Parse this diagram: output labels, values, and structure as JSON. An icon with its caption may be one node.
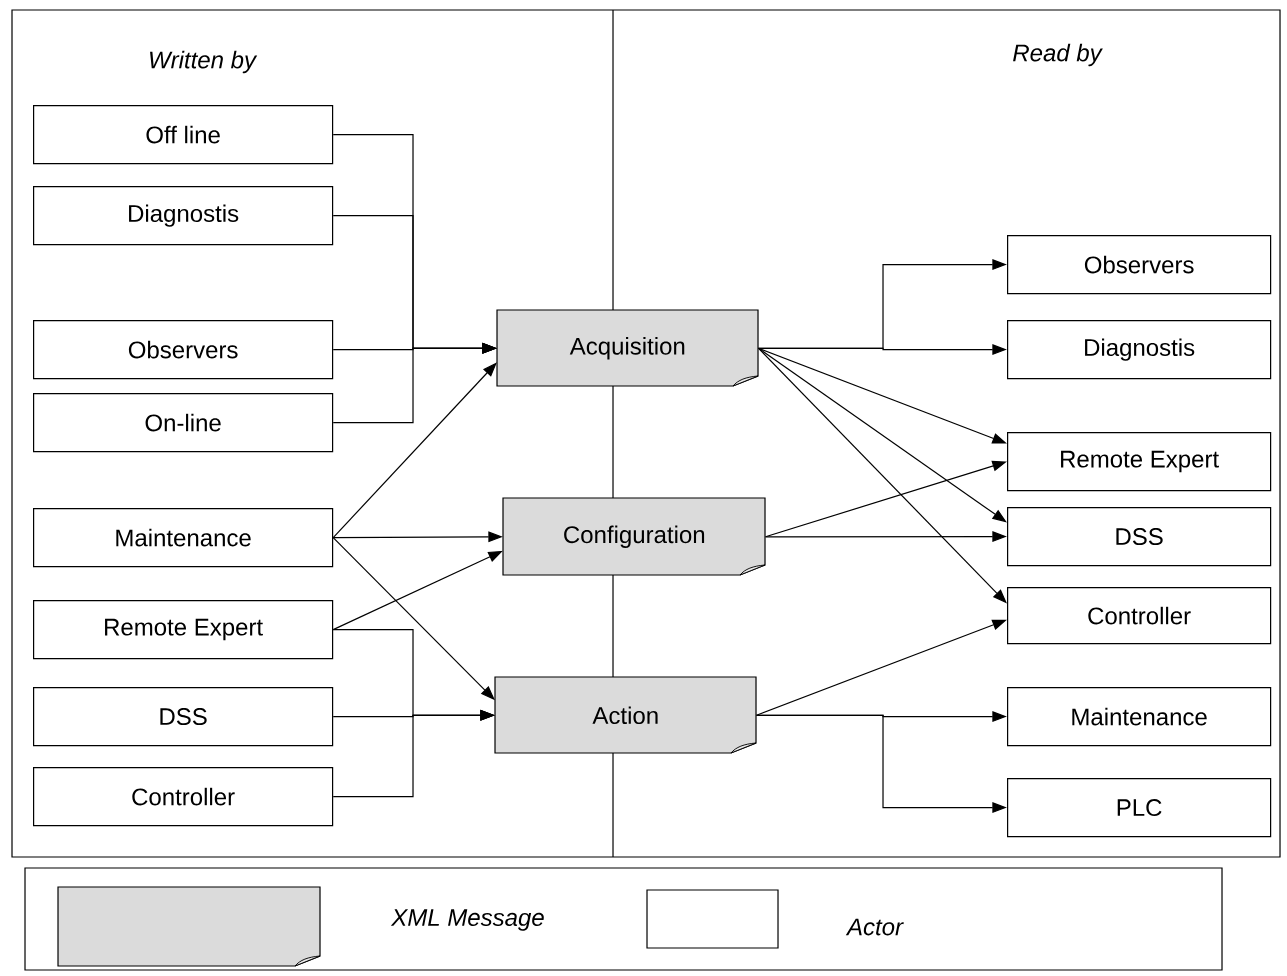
{
  "diagram": {
    "nodes": [
      {
        "text": [
          "Off line"
        ]
      },
      {
        "text": [
          "Diagnostis"
        ]
      },
      {
        "text": [
          "Observers"
        ]
      },
      {
        "text": [
          "On-line"
        ]
      },
      {
        "text": [
          "Maintenance"
        ]
      },
      {
        "text": [
          "Remote Expert"
        ]
      },
      {
        "text": [
          "DSS"
        ]
      },
      {
        "text": [
          "Controller"
        ]
      },
      {
        "text": [
          "Acquisition"
        ]
      },
      {
        "text": [
          "Configuration"
        ]
      },
      {
        "text": [
          "Action"
        ]
      },
      {
        "text": [
          "Observers"
        ]
      },
      {
        "text": [
          "Diagnostis"
        ]
      },
      {
        "text": [
          "Remote Expert"
        ]
      },
      {
        "text": [
          "DSS"
        ]
      },
      {
        "text": [
          "Controller"
        ]
      },
      {
        "text": [
          "Maintenance"
        ]
      },
      {
        "text": [
          "PLC"
        ]
      }
    ],
    "edges": [
      {
        "from": 0,
        "to": 8,
        "arrow": "to"
      },
      {
        "from": 1,
        "to": 8,
        "arrow": "to"
      },
      {
        "from": 2,
        "to": 8,
        "arrow": "to"
      },
      {
        "from": 3,
        "to": 8,
        "arrow": "to"
      },
      {
        "from": 4,
        "to": 8,
        "arrow": "to"
      },
      {
        "from": 4,
        "to": 9,
        "arrow": "to"
      },
      {
        "from": 4,
        "to": 10,
        "arrow": "to"
      },
      {
        "from": 5,
        "to": 9,
        "arrow": "to"
      },
      {
        "from": 5,
        "to": 10,
        "arrow": "to"
      },
      {
        "from": 6,
        "to": 10,
        "arrow": "to"
      },
      {
        "from": 7,
        "to": 10,
        "arrow": "to"
      },
      {
        "from": 8,
        "to": 11,
        "arrow": "to"
      },
      {
        "from": 8,
        "to": 12,
        "arrow": "to"
      },
      {
        "from": 8,
        "to": 13,
        "arrow": "to"
      },
      {
        "from": 8,
        "to": 14,
        "arrow": "to"
      },
      {
        "from": 8,
        "to": 15,
        "arrow": "to"
      },
      {
        "from": 9,
        "to": 13,
        "arrow": "to"
      },
      {
        "from": 9,
        "to": 14,
        "arrow": "to"
      },
      {
        "from": 10,
        "to": 15,
        "arrow": "to"
      },
      {
        "from": 10,
        "to": 16,
        "arrow": "to"
      },
      {
        "from": 10,
        "to": 17,
        "arrow": "to"
      }
    ],
    "labels": [
      "Written by",
      "Read by"
    ],
    "legend": [
      {
        "text": "XML Message"
      },
      {
        "text": "Actor"
      }
    ]
  }
}
